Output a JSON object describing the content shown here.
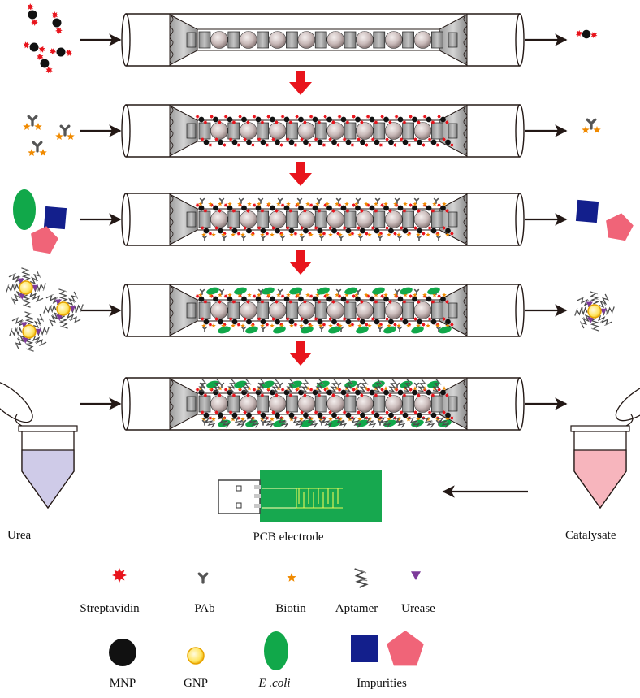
{
  "side_labels": {
    "urea": "Urea",
    "pcb_electrode": "PCB electrode",
    "catalysate": "Catalysate"
  },
  "legend": {
    "streptavidin": "Streptavidin",
    "pab": "PAb",
    "biotin": "Biotin",
    "aptamer": "Aptamer",
    "urease": "Urease",
    "mnp": "MNP",
    "gnp": "GNP",
    "ecoli": "E .coli",
    "impurities": "Impurities"
  },
  "colors": {
    "streptavidin": "#e8141c",
    "mnp": "#111111",
    "biotin": "#f08a00",
    "pab": "#555555",
    "aptamer": "#4a4a4a",
    "urease": "#7d3a9a",
    "gnp_fill": "#ffe45c",
    "gnp_ring": "#e8a400",
    "ecoli": "#11a84a",
    "impurity_square": "#131f8c",
    "impurity_pentagon": "#f06478",
    "flow_arrow": "#e8141c",
    "pcb_board": "#17a84f",
    "urea_solution": "#cfcbe8",
    "catalysate_solution": "#f7b5bd"
  }
}
